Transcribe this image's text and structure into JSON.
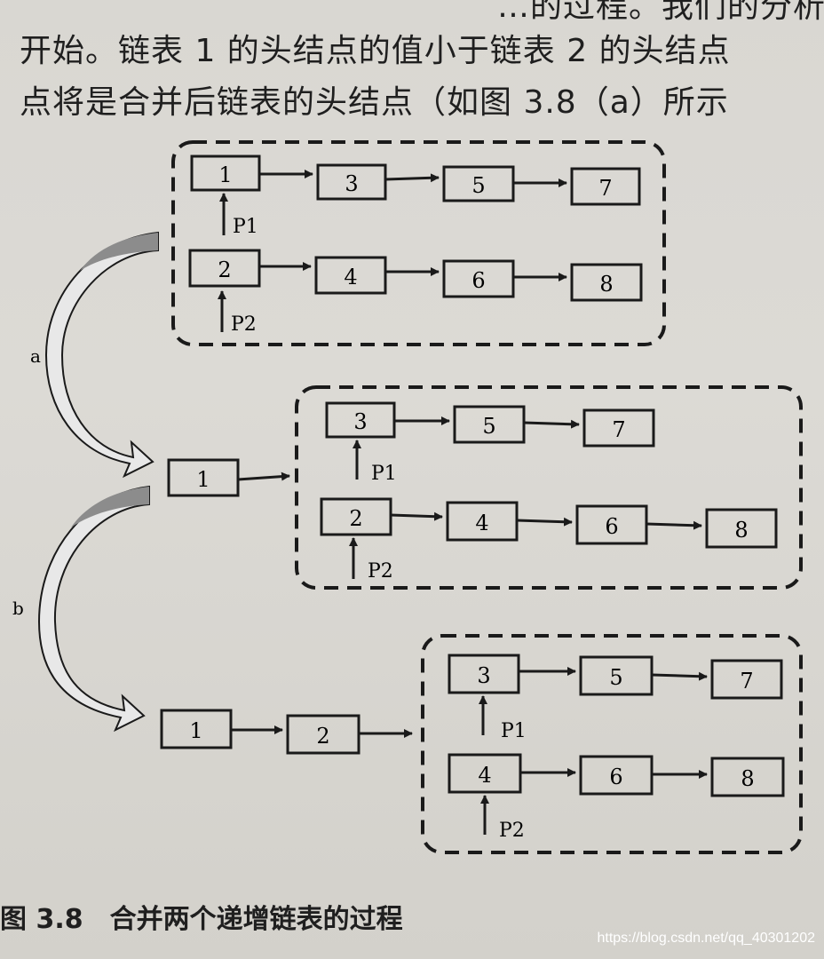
{
  "text": {
    "line0": "…的过程。我们的分析",
    "line1": "开始。链表 1 的头结点的值小于链表 2 的头结点",
    "line2": "点将是合并后链表的头结点（如图 3.8（a）所示"
  },
  "figure": {
    "step_a_label": "a",
    "step_b_label": "b",
    "pointer_p1": "P1",
    "pointer_p2": "P2",
    "stage1": {
      "list1": [
        "1",
        "3",
        "5",
        "7"
      ],
      "list2": [
        "2",
        "4",
        "6",
        "8"
      ]
    },
    "stage2": {
      "merged": [
        "1"
      ],
      "list1": [
        "3",
        "5",
        "7"
      ],
      "list2": [
        "2",
        "4",
        "6",
        "8"
      ]
    },
    "stage3": {
      "merged": [
        "1",
        "2"
      ],
      "list1": [
        "3",
        "5",
        "7"
      ],
      "list2": [
        "4",
        "6",
        "8"
      ]
    }
  },
  "caption": {
    "number": "图 3.8",
    "title": "合并两个递增链表的过程"
  },
  "watermark": "https://blog.csdn.net/qq_40301202",
  "colors": {
    "ink": "#1a1a1a",
    "curve_arrow": "#8c8c8c"
  }
}
